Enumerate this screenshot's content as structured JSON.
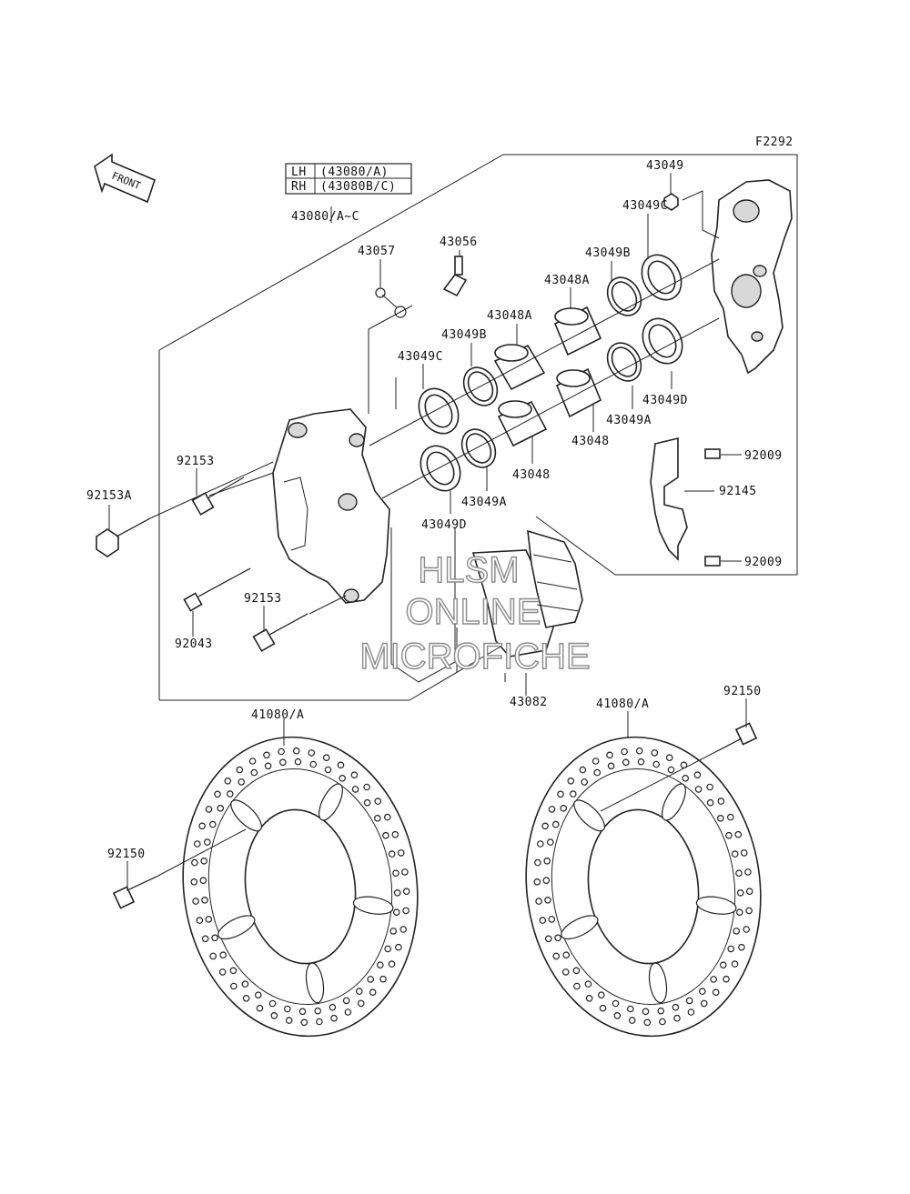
{
  "figure_code": "F2292",
  "front_label": "FRONT",
  "legend": {
    "rows": [
      {
        "side": "LH",
        "code": "(43080/A)"
      },
      {
        "side": "RH",
        "code": "(43080B/C)"
      }
    ]
  },
  "parts": {
    "caliper_assy": "43080/A~C",
    "p43057": "43057",
    "p43056": "43056",
    "p43049_top": "43049",
    "p43049c_right": "43049C",
    "p43049b_right": "43049B",
    "p43048a_right": "43048A",
    "p43048a_left": "43048A",
    "p43049b_left": "43049B",
    "p43049c_left": "43049C",
    "p43049d_right": "43049D",
    "p43049a_right": "43049A",
    "p43048_right": "43048",
    "p43048_left": "43048",
    "p43049a_left": "43049A",
    "p43049d_left": "43049D",
    "p92009_top": "92009",
    "p92145": "92145",
    "p92009_bottom": "92009",
    "p92153_top": "92153",
    "p92153a": "92153A",
    "p92153_bottom": "92153",
    "p92043": "92043",
    "p43082": "43082",
    "p41080a_left": "41080/A",
    "p41080a_right": "41080/A",
    "p92150_left": "92150",
    "p92150_right": "92150"
  },
  "watermark": {
    "line1": "HLSM",
    "line2": "ONLINE",
    "line3": "MICROFICHE"
  }
}
